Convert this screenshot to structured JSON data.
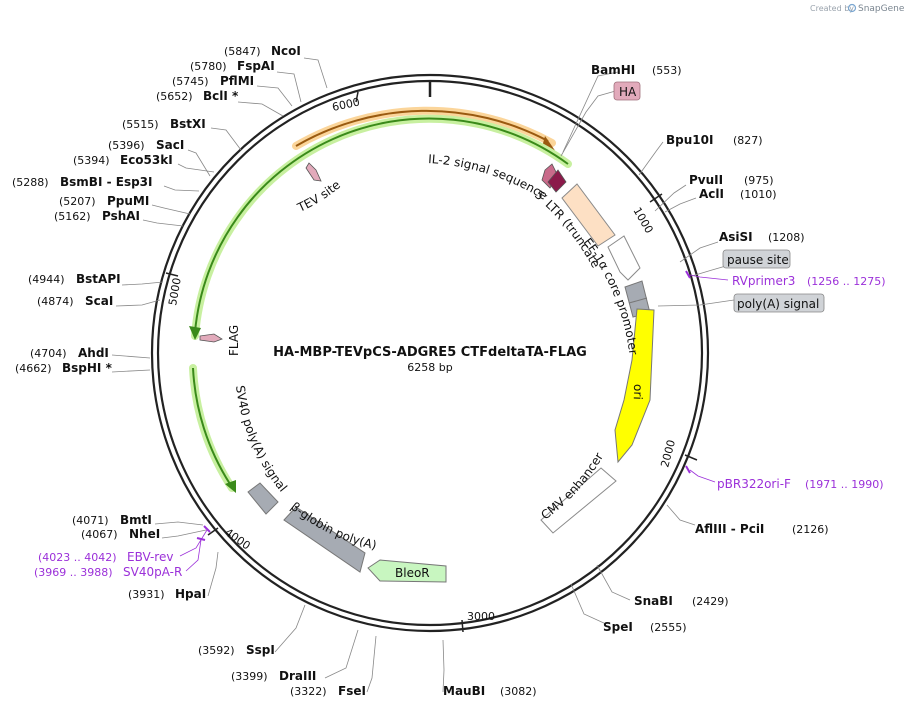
{
  "credit": {
    "prefix": "Created by",
    "brand": "SnapGene"
  },
  "plasmid": {
    "name": "HA-MBP-TEVpCS-ADGRE5 CTFdeltaTA-FLAG",
    "length_label": "6258 bp",
    "total_bp": 6258
  },
  "ticks": [
    "1000",
    "2000",
    "3000",
    "4000",
    "5000",
    "6000"
  ],
  "sites": [
    {
      "name": "NcoI",
      "pos": "(5847)"
    },
    {
      "name": "FspAI",
      "pos": "(5780)"
    },
    {
      "name": "PflMI",
      "pos": "(5745)"
    },
    {
      "name": "BclI *",
      "pos": "(5652)"
    },
    {
      "name": "BstXI",
      "pos": "(5515)"
    },
    {
      "name": "SacI",
      "pos": "(5396)"
    },
    {
      "name": "Eco53kI",
      "pos": "(5394)"
    },
    {
      "name": "BsmBI  -  Esp3I",
      "pos": "(5288)"
    },
    {
      "name": "PpuMI",
      "pos": "(5207)"
    },
    {
      "name": "PshAI",
      "pos": "(5162)"
    },
    {
      "name": "BstAPI",
      "pos": "(4944)"
    },
    {
      "name": "ScaI",
      "pos": "(4874)"
    },
    {
      "name": "AhdI",
      "pos": "(4704)"
    },
    {
      "name": "BspHI *",
      "pos": "(4662)"
    },
    {
      "name": "BmtI",
      "pos": "(4071)"
    },
    {
      "name": "NheI",
      "pos": "(4067)"
    },
    {
      "name": "HpaI",
      "pos": "(3931)"
    },
    {
      "name": "SspI",
      "pos": "(3592)"
    },
    {
      "name": "DraIII",
      "pos": "(3399)"
    },
    {
      "name": "FseI",
      "pos": "(3322)"
    },
    {
      "name": "MauBI",
      "pos": "(3082)"
    },
    {
      "name": "BamHI",
      "pos": "(553)"
    },
    {
      "name": "Bpu10I",
      "pos": "(827)"
    },
    {
      "name": "PvuII",
      "pos": "(975)"
    },
    {
      "name": "AclI",
      "pos": "(1010)"
    },
    {
      "name": "AsiSI",
      "pos": "(1208)"
    },
    {
      "name": "AflIII  -  PciI",
      "pos": "(2126)"
    },
    {
      "name": "SnaBI",
      "pos": "(2429)"
    },
    {
      "name": "SpeI",
      "pos": "(2555)"
    }
  ],
  "primers": [
    {
      "name": "RVprimer3",
      "range": "(1256 .. 1275)"
    },
    {
      "name": "pBR322ori-F",
      "range": "(1971 .. 1990)"
    },
    {
      "name": "EBV-rev",
      "range": "(4023 .. 4042)"
    },
    {
      "name": "SV40pA-R",
      "range": "(3969 .. 3988)"
    }
  ],
  "boxed_features": [
    {
      "name": "HA"
    },
    {
      "name": "pause site"
    },
    {
      "name": "poly(A) signal"
    }
  ],
  "features": [
    {
      "name": "IL-2 signal sequence"
    },
    {
      "name": "5′ LTR (truncated)"
    },
    {
      "name": "EF-1α core promoter"
    },
    {
      "name": "ori"
    },
    {
      "name": "CMV enhancer"
    },
    {
      "name": "BleoR"
    },
    {
      "name": "β-globin poly(A)"
    },
    {
      "name": "SV40 poly(A) signal"
    },
    {
      "name": "FLAG"
    },
    {
      "name": "TEV site"
    }
  ],
  "colors": {
    "backbone": "#222222",
    "primer": "#9b30d9",
    "orf_green": "#3a8a1a",
    "orf_glow": "#c8f0a0",
    "orf_orange": "#9a5a10",
    "orf_orange_glow": "#fbd59a",
    "ori": "#ffff00",
    "ltr": "#fde0c4",
    "grey": "#a6abb3",
    "bleo": "#c8f6c0",
    "tag": "#e2aabb",
    "il2": "#8b1a4a"
  }
}
